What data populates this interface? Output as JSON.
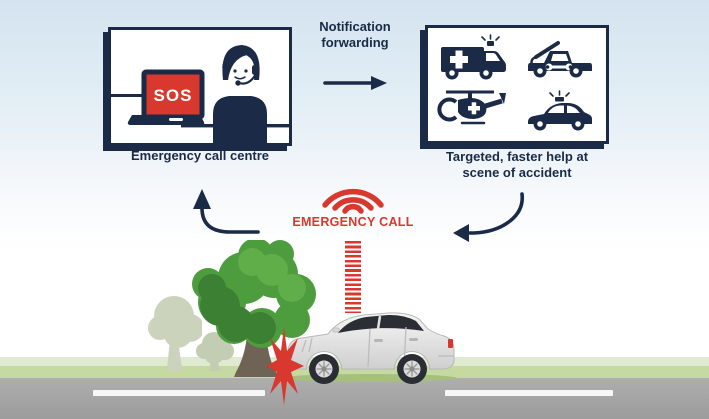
{
  "colors": {
    "navy": "#1a2a47",
    "red": "#d8382e",
    "sky": "#d4e3f0",
    "tree_green": "#4d9c3e",
    "grass_green": "#c6d9a0",
    "road_gray": "#a6a6a6",
    "car_silver": "#e9e9e9"
  },
  "call_centre_panel": {
    "label": "Emergency call centre",
    "laptop_screen_text": "SOS",
    "icons": [
      "laptop-icon",
      "operator-icon"
    ]
  },
  "notification": {
    "line1": "Notification",
    "line2": "forwarding"
  },
  "help_panel": {
    "label_line1": "Targeted, faster help at",
    "label_line2": "scene of accident",
    "vehicle_icons": [
      "ambulance-icon",
      "tow-truck-icon",
      "helicopter-icon",
      "police-car-icon"
    ]
  },
  "emergency_call": {
    "label": "EMERGENCY CALL",
    "signal_icon": "radio-signal-icon"
  }
}
